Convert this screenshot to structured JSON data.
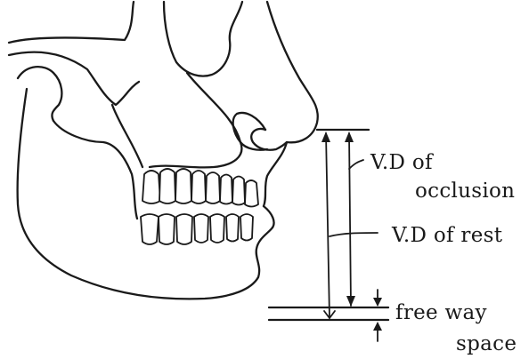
{
  "labels": {
    "vd_occlusion_line1": "V.D of",
    "vd_occlusion_line2": "occlusion",
    "vd_rest": "V.D of rest",
    "freeway_line1": "free way",
    "freeway_line2": "space"
  },
  "colors": {
    "ink": "#1a1a1a",
    "background": "#ffffff"
  }
}
